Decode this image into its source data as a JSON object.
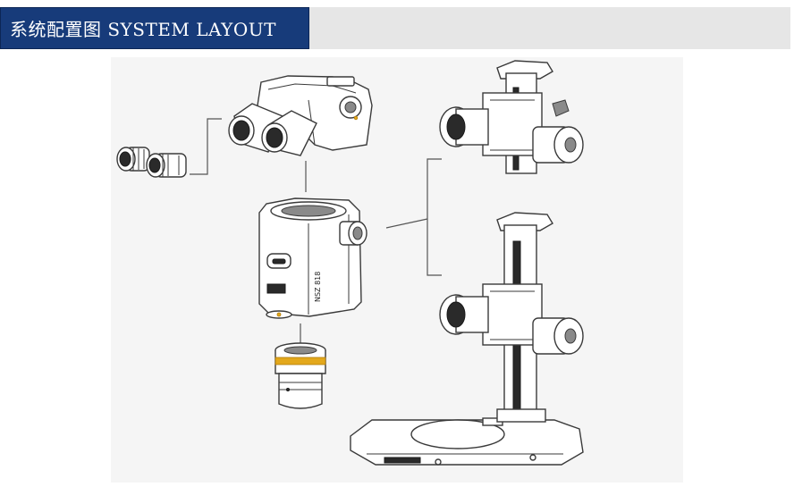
{
  "header": {
    "title": "系统配置图 SYSTEM LAYOUT",
    "title_bg": "#173b7a",
    "bar_bg": "#e6e6e6"
  },
  "diagram": {
    "panel_bg": "#f5f5f5",
    "accent_color": "#e3a81c",
    "components": [
      {
        "name": "eyepieces"
      },
      {
        "name": "binocular-head"
      },
      {
        "name": "zoom-body",
        "printed_text": "NSZ 818"
      },
      {
        "name": "auxiliary-objective"
      },
      {
        "name": "focus-mount"
      },
      {
        "name": "track-stand"
      }
    ]
  }
}
